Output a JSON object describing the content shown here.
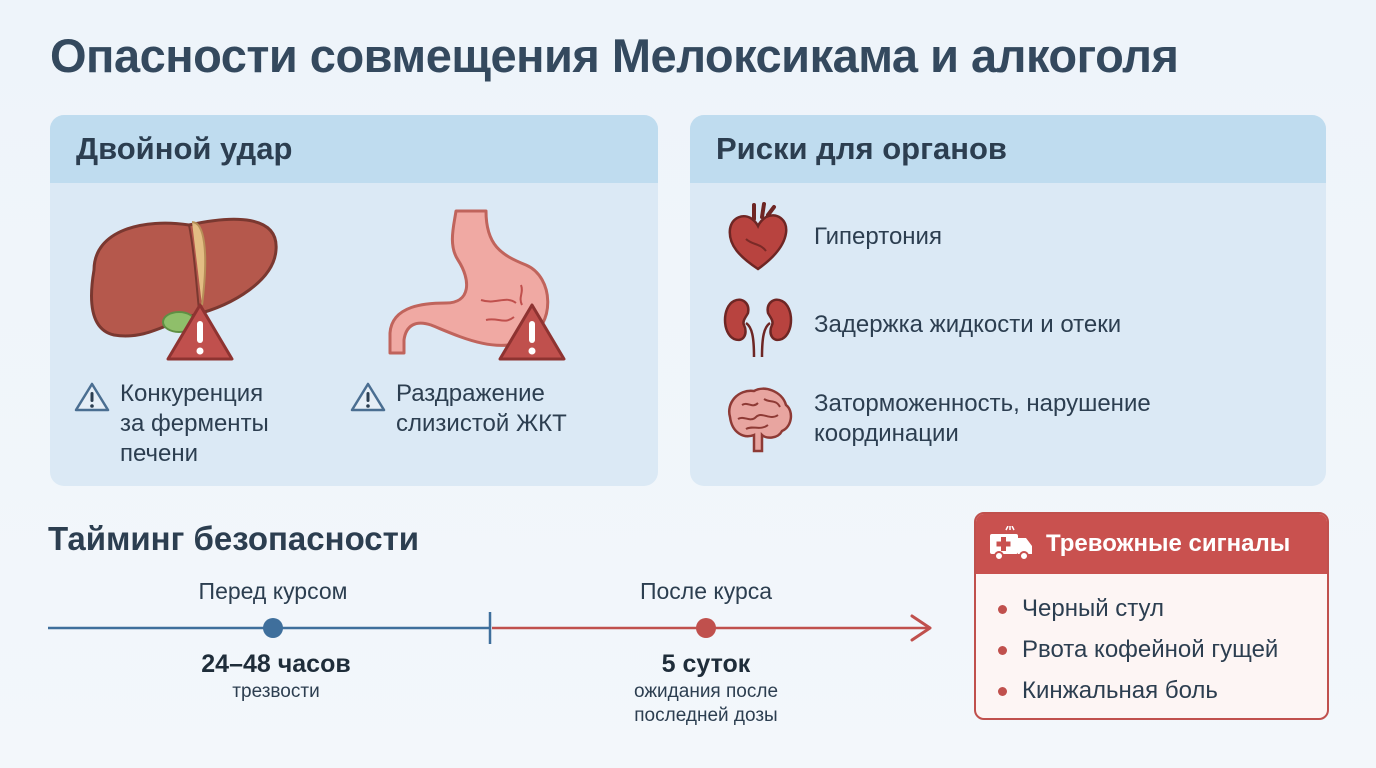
{
  "title": "Опасности совмещения Мелоксикама и алкоголя",
  "double_hit": {
    "heading": "Двойной удар",
    "items": [
      {
        "icon": "liver-icon",
        "lines": [
          "Конкуренция",
          "за ферменты",
          "печени"
        ]
      },
      {
        "icon": "stomach-icon",
        "lines": [
          "Раздражение",
          "слизистой ЖКТ"
        ]
      }
    ]
  },
  "organ_risks": {
    "heading": "Риски для органов",
    "items": [
      {
        "icon": "heart-icon",
        "lines": [
          "Гипертония"
        ]
      },
      {
        "icon": "kidneys-icon",
        "lines": [
          "Задержка жидкости и отеки"
        ]
      },
      {
        "icon": "brain-icon",
        "lines": [
          "Заторможенность, нарушение",
          "координации"
        ]
      }
    ]
  },
  "timing": {
    "heading": "Тайминг безопасности",
    "before": {
      "label": "Перед курсом",
      "value": "24–48 часов",
      "sub": [
        "трезвости"
      ]
    },
    "after": {
      "label": "После курса",
      "value": "5 суток",
      "sub": [
        "ожидания после",
        "последней дозы"
      ]
    }
  },
  "alarm": {
    "heading": "Тревожные сигналы",
    "icon": "ambulance-icon",
    "items": [
      "Черный стул",
      "Рвота кофейной гущей",
      "Кинжальная боль"
    ]
  },
  "colors": {
    "title": "#34495e",
    "card_bg": "#dbe9f5",
    "card_head": "#bfdcef",
    "timeline_blue": "#3f6f9c",
    "timeline_red": "#c0504d",
    "alarm_red": "#c9514f"
  }
}
